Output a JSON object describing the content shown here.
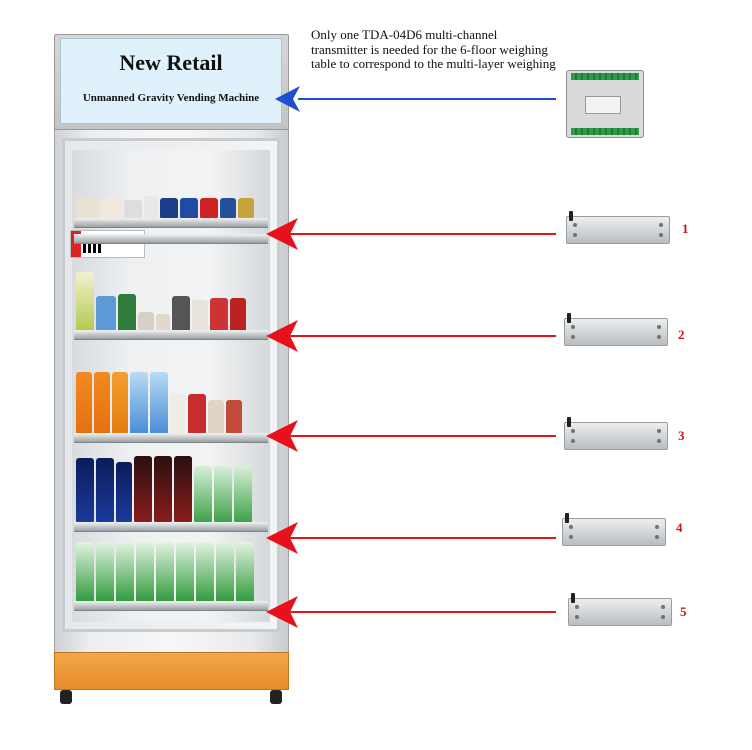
{
  "sign": {
    "title": "New Retail",
    "subtitle": "Unmanned Gravity Vending Machine"
  },
  "description": "Only one TDA-04D6 multi-channel transmitter is needed for the 6-floor weighing table to correspond to the multi-layer weighing",
  "colors": {
    "arrow_red": "#e8101a",
    "arrow_blue": "#1f4fd1",
    "number_red": "#c8161d",
    "base_orange": "#f0a040",
    "sign_panel": "#dff1fb"
  },
  "load_cells": [
    {
      "label": "1"
    },
    {
      "label": "2"
    },
    {
      "label": "3"
    },
    {
      "label": "4"
    },
    {
      "label": "5"
    }
  ]
}
